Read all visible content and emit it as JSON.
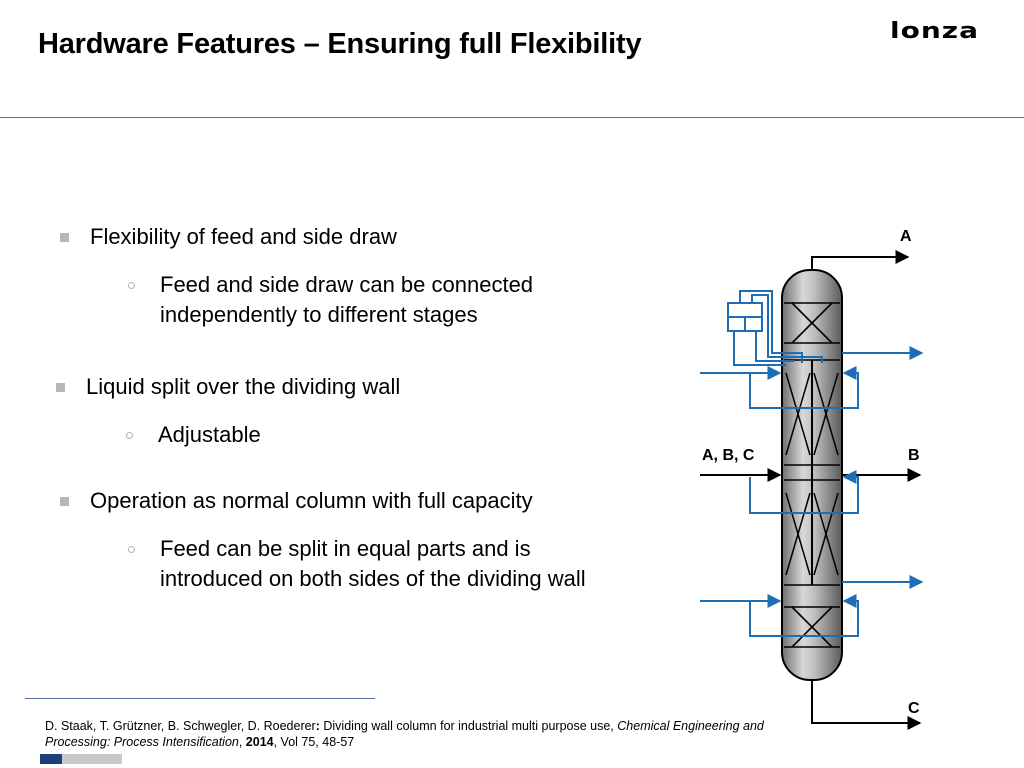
{
  "slide": {
    "title": "Hardware Features – Ensuring full Flexibility",
    "logo_text": "LONZA"
  },
  "bullets": [
    {
      "text": "Flexibility of feed and side draw",
      "sub": [
        "Feed and side draw can be connected",
        "independently to different stages"
      ]
    },
    {
      "text": "Liquid split over the dividing wall",
      "sub": [
        "Adjustable"
      ]
    },
    {
      "text": "Operation as normal column with full capacity",
      "sub": [
        "Feed can be split in equal parts and is",
        "introduced on both sides of the dividing wall"
      ]
    }
  ],
  "diagram": {
    "label_top": "A",
    "label_feed": "A, B, C",
    "label_side": "B",
    "label_bottom": "C",
    "colors": {
      "line": "#000000",
      "blue": "#1f6db5",
      "column_fill": "#9a9a9a",
      "bullet_gray": "#b7b7b7"
    }
  },
  "reference": {
    "authors": "D. Staak, T. Grützner, B. Schwegler, D. Roederer",
    "colon": ":",
    "title": " Dividing wall column for industrial multi purpose use, ",
    "journal": "Chemical Engineering and Processing: Process Intensification",
    "comma": ", ",
    "year": "2014",
    "volume": ", Vol 75, 48-57"
  }
}
